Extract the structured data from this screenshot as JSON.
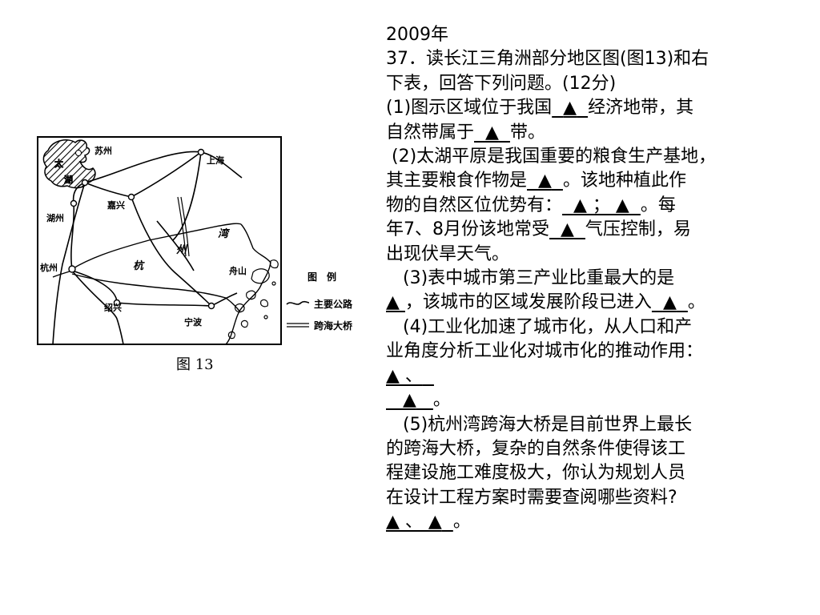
{
  "map": {
    "cities": {
      "suzhou": "苏州",
      "shanghai": "上海",
      "jiaxing": "嘉兴",
      "huzhou": "湖州",
      "hangzhou": "杭州",
      "zhoushan": "舟山",
      "shaoxing": "绍兴",
      "ningbo": "宁波"
    },
    "lake": [
      "太",
      "湖"
    ],
    "bay": [
      "杭",
      "州",
      "湾"
    ],
    "legend": {
      "title": "图　例",
      "road": "主要公路",
      "bridge": "跨海大桥"
    },
    "caption": "图 13"
  },
  "text": {
    "year": "2009年",
    "q37": "37．读长江三角洲部分地区图(图13)和右",
    "q37b": "下表，回答下列问题。(12分)",
    "p1a_pre": "(1)图示区域位于我国",
    "p1a_blank": "▲",
    "p1a_post": "经济地带，其",
    "p1b_pre": "自然带属于",
    "p1b_blank": "▲",
    "p1b_post": "带。",
    "p2a": "(2)太湖平原是我国重要的粮食生产基地，",
    "p2b_pre": "其主要粮食作物是",
    "p2b_blank": "▲",
    "p2b_post": "。该地种植此作",
    "p2c_pre": "物的自然区位优势有：",
    "p2c_blank": "▲  ；  ▲",
    "p2c_post": "。每",
    "p2d_pre": "年7、8月份该地常受",
    "p2d_blank": "▲",
    "p2d_post": "气压控制，易",
    "p2e": "出现伏旱天气。",
    "p3a": "(3)表中城市第三产业比重最大的是",
    "p3b_blank1": "▲",
    "p3b_mid": "，该城市的区域发展阶段已进入",
    "p3b_blank2": "▲",
    "p3b_post": "。",
    "p4a": "(4)工业化加速了城市化，从人口和产",
    "p4b": "业角度分析工业化对城市化的推动作用：",
    "p4c_blank": "▲ 、",
    "p4d_blank": "▲",
    "p4d_post": "。",
    "p5a": "(5)杭州湾跨海大桥是目前世界上最长",
    "p5b": "的跨海大桥，复杂的自然条件使得该工",
    "p5c": "程建设施工难度极大，你认为规划人员",
    "p5d": "在设计工程方案时需要查阅哪些资料?",
    "p5e_blank": "▲  、  ▲",
    "p5e_post": "。"
  }
}
